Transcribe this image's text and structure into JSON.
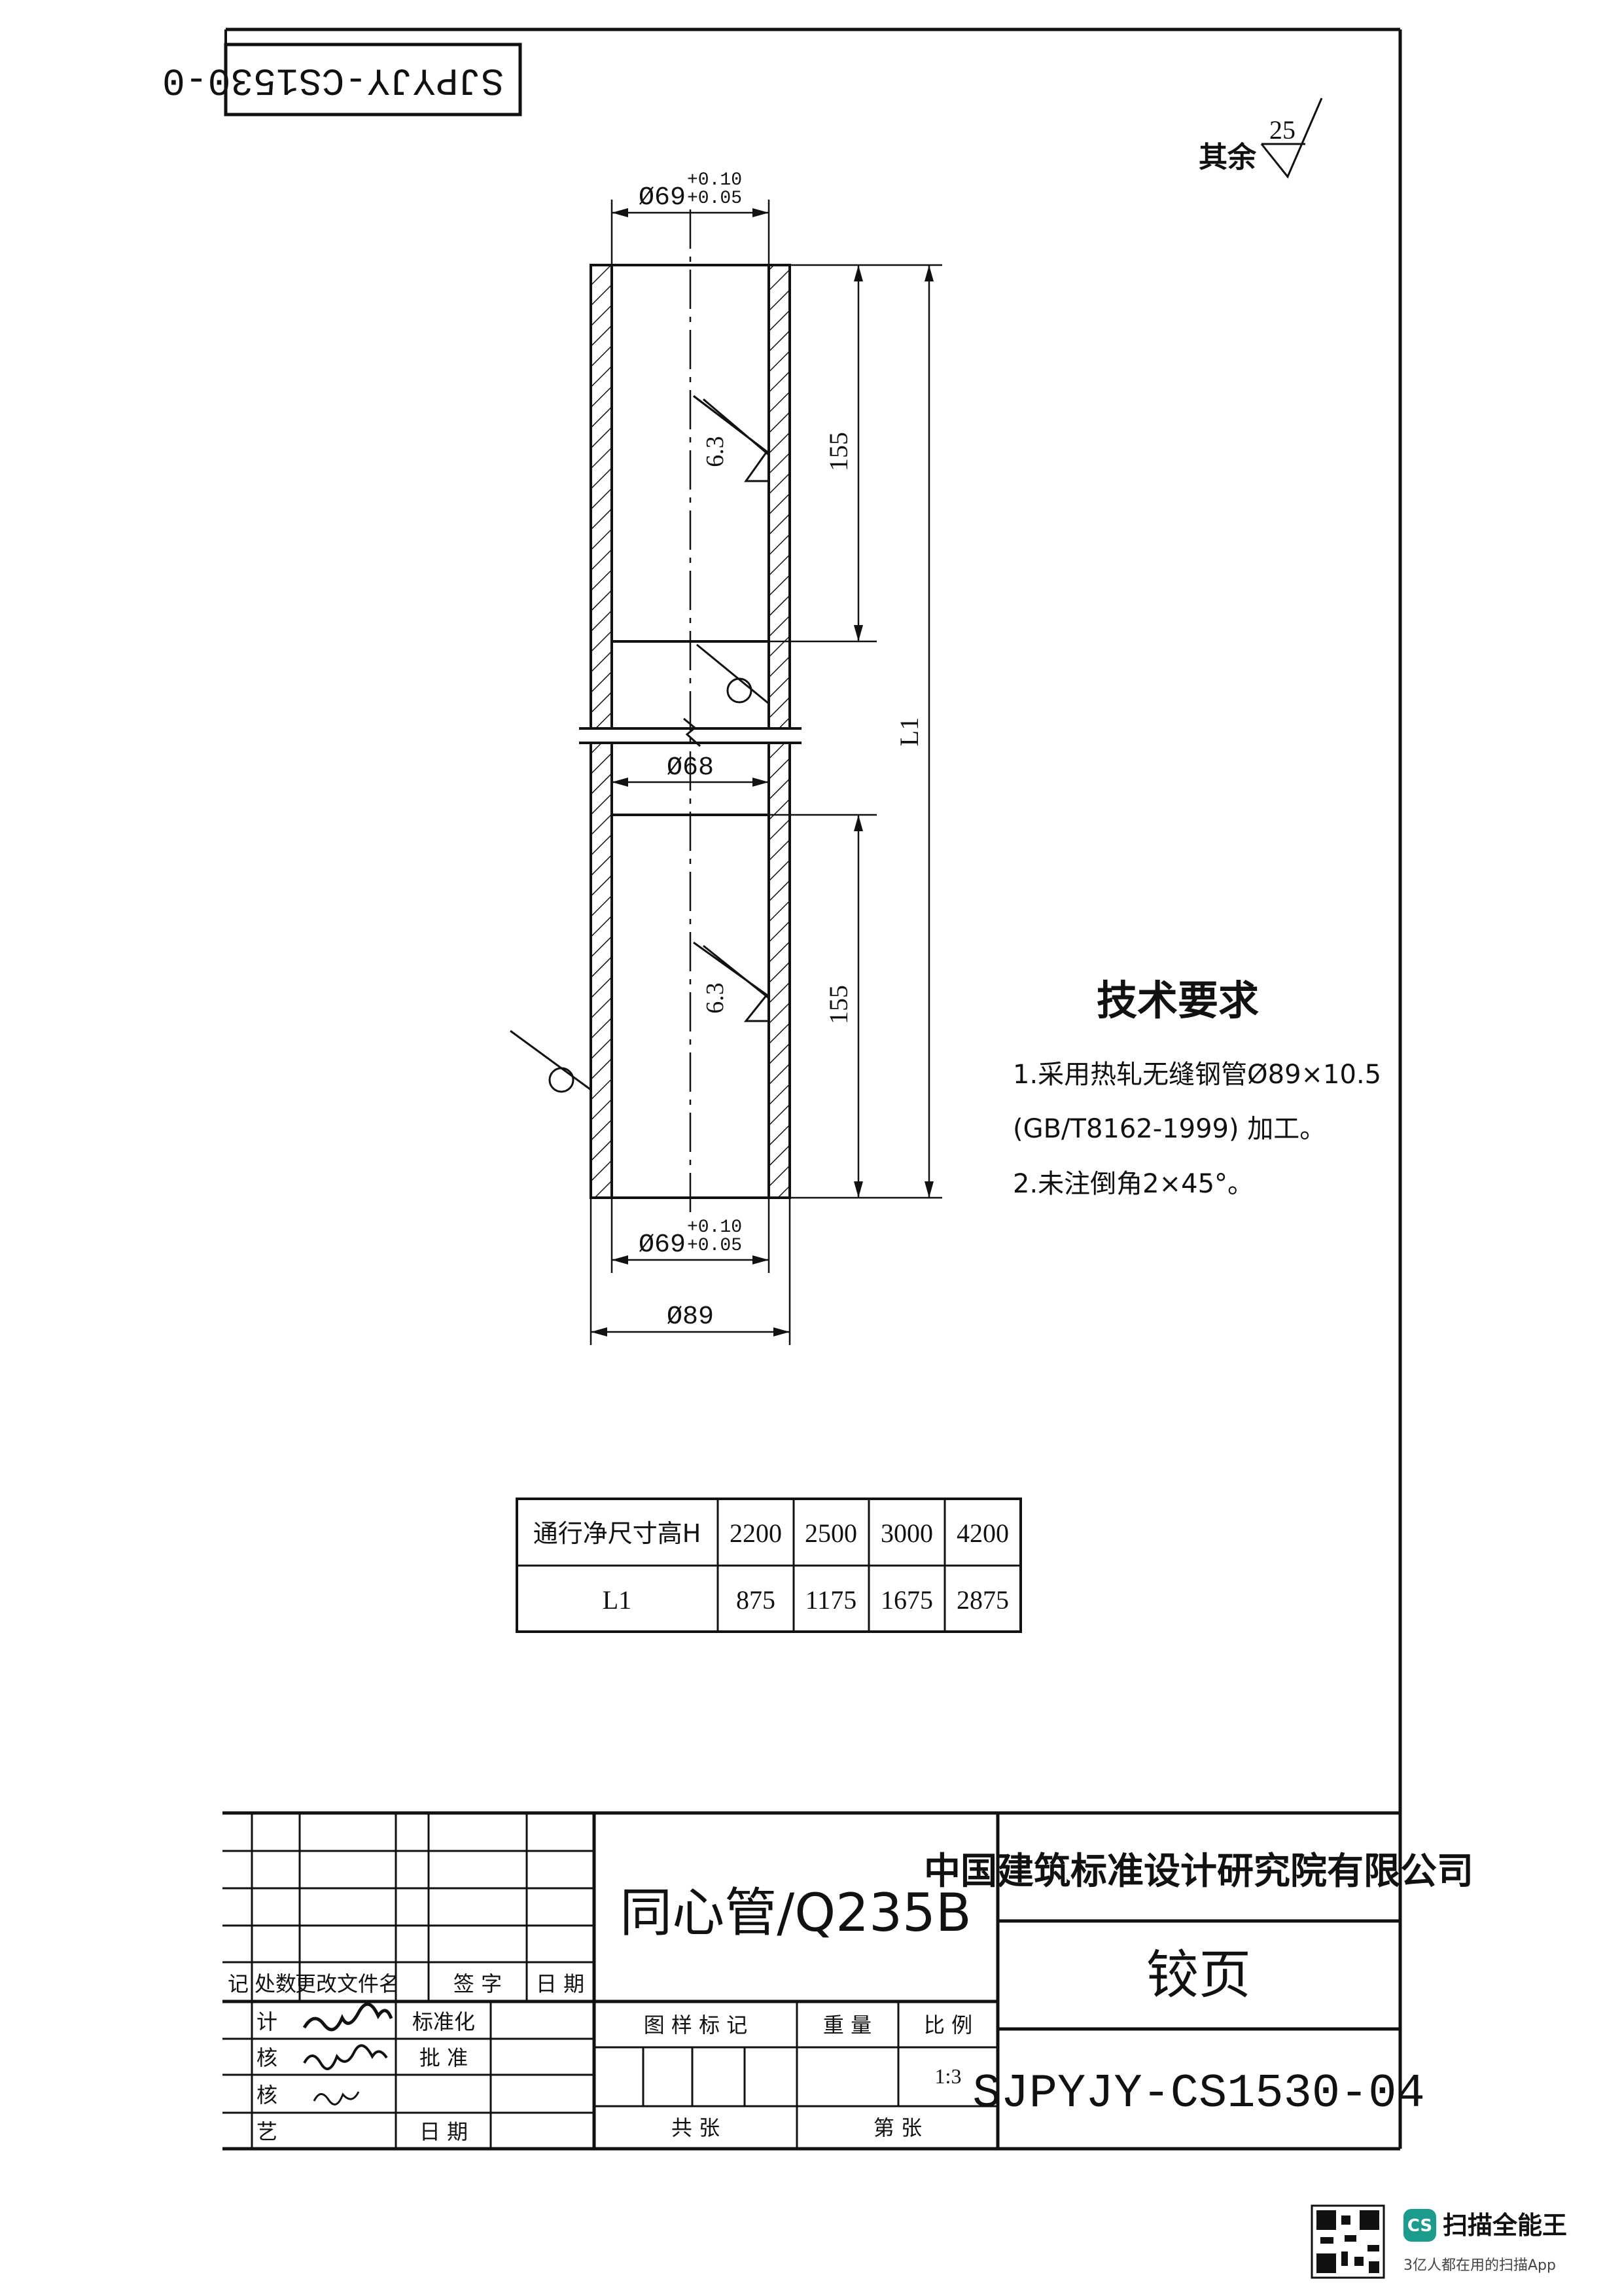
{
  "stamp_mirrored": "SJPYJY-CS1530-0",
  "roughness_other": {
    "label": "其余",
    "value": "25"
  },
  "dims": {
    "bore_top": "Ø69",
    "bore_top_tol_upper": "+0.10",
    "bore_top_tol_lower": "+0.05",
    "len_top": "155",
    "len_bottom": "155",
    "total_length": "L1",
    "inner_mid": "Ø68",
    "bore_bottom": "Ø69",
    "bore_bottom_tol_upper": "+0.10",
    "bore_bottom_tol_lower": "+0.05",
    "outer": "Ø89",
    "roughness_top": "6.3",
    "roughness_bottom": "6.3"
  },
  "tech": {
    "title": "技术要求",
    "line1": "1.采用热轧无缝钢管Ø89×10.5",
    "line2": "(GB/T8162-1999) 加工。",
    "line3": "2.未注倒角2×45°。"
  },
  "size_table": {
    "row1_label": "通行净尺寸高H",
    "row1": [
      "2200",
      "2500",
      "3000",
      "4200"
    ],
    "row2_label": "L1",
    "row2": [
      "875",
      "1175",
      "1675",
      "2875"
    ]
  },
  "title_block": {
    "part_name": "同心管/Q235B",
    "company": "中国建筑标准设计研究院有限公司",
    "sheet_title": "铰页",
    "drawing_no": "SJPYJY-CS1530-04",
    "col_mark": "记",
    "col_count": "处数",
    "col_doc": "更改文件名",
    "col_sign": "签 字",
    "col_date": "日 期",
    "role_design": "计",
    "role_check": "核",
    "role_review": "核",
    "role_process": "艺",
    "standardization": "标准化",
    "approve": "批 准",
    "date_label": "日 期",
    "sample_mark": "图 样 标 记",
    "weight": "重 量",
    "scale_label": "比 例",
    "scale_value": "1:3",
    "total_sheets": "共   张",
    "sheet_no": "第   张"
  },
  "watermark": {
    "badge": "CS",
    "brand": "扫描全能王",
    "tagline": "3亿人都在用的扫描App"
  }
}
